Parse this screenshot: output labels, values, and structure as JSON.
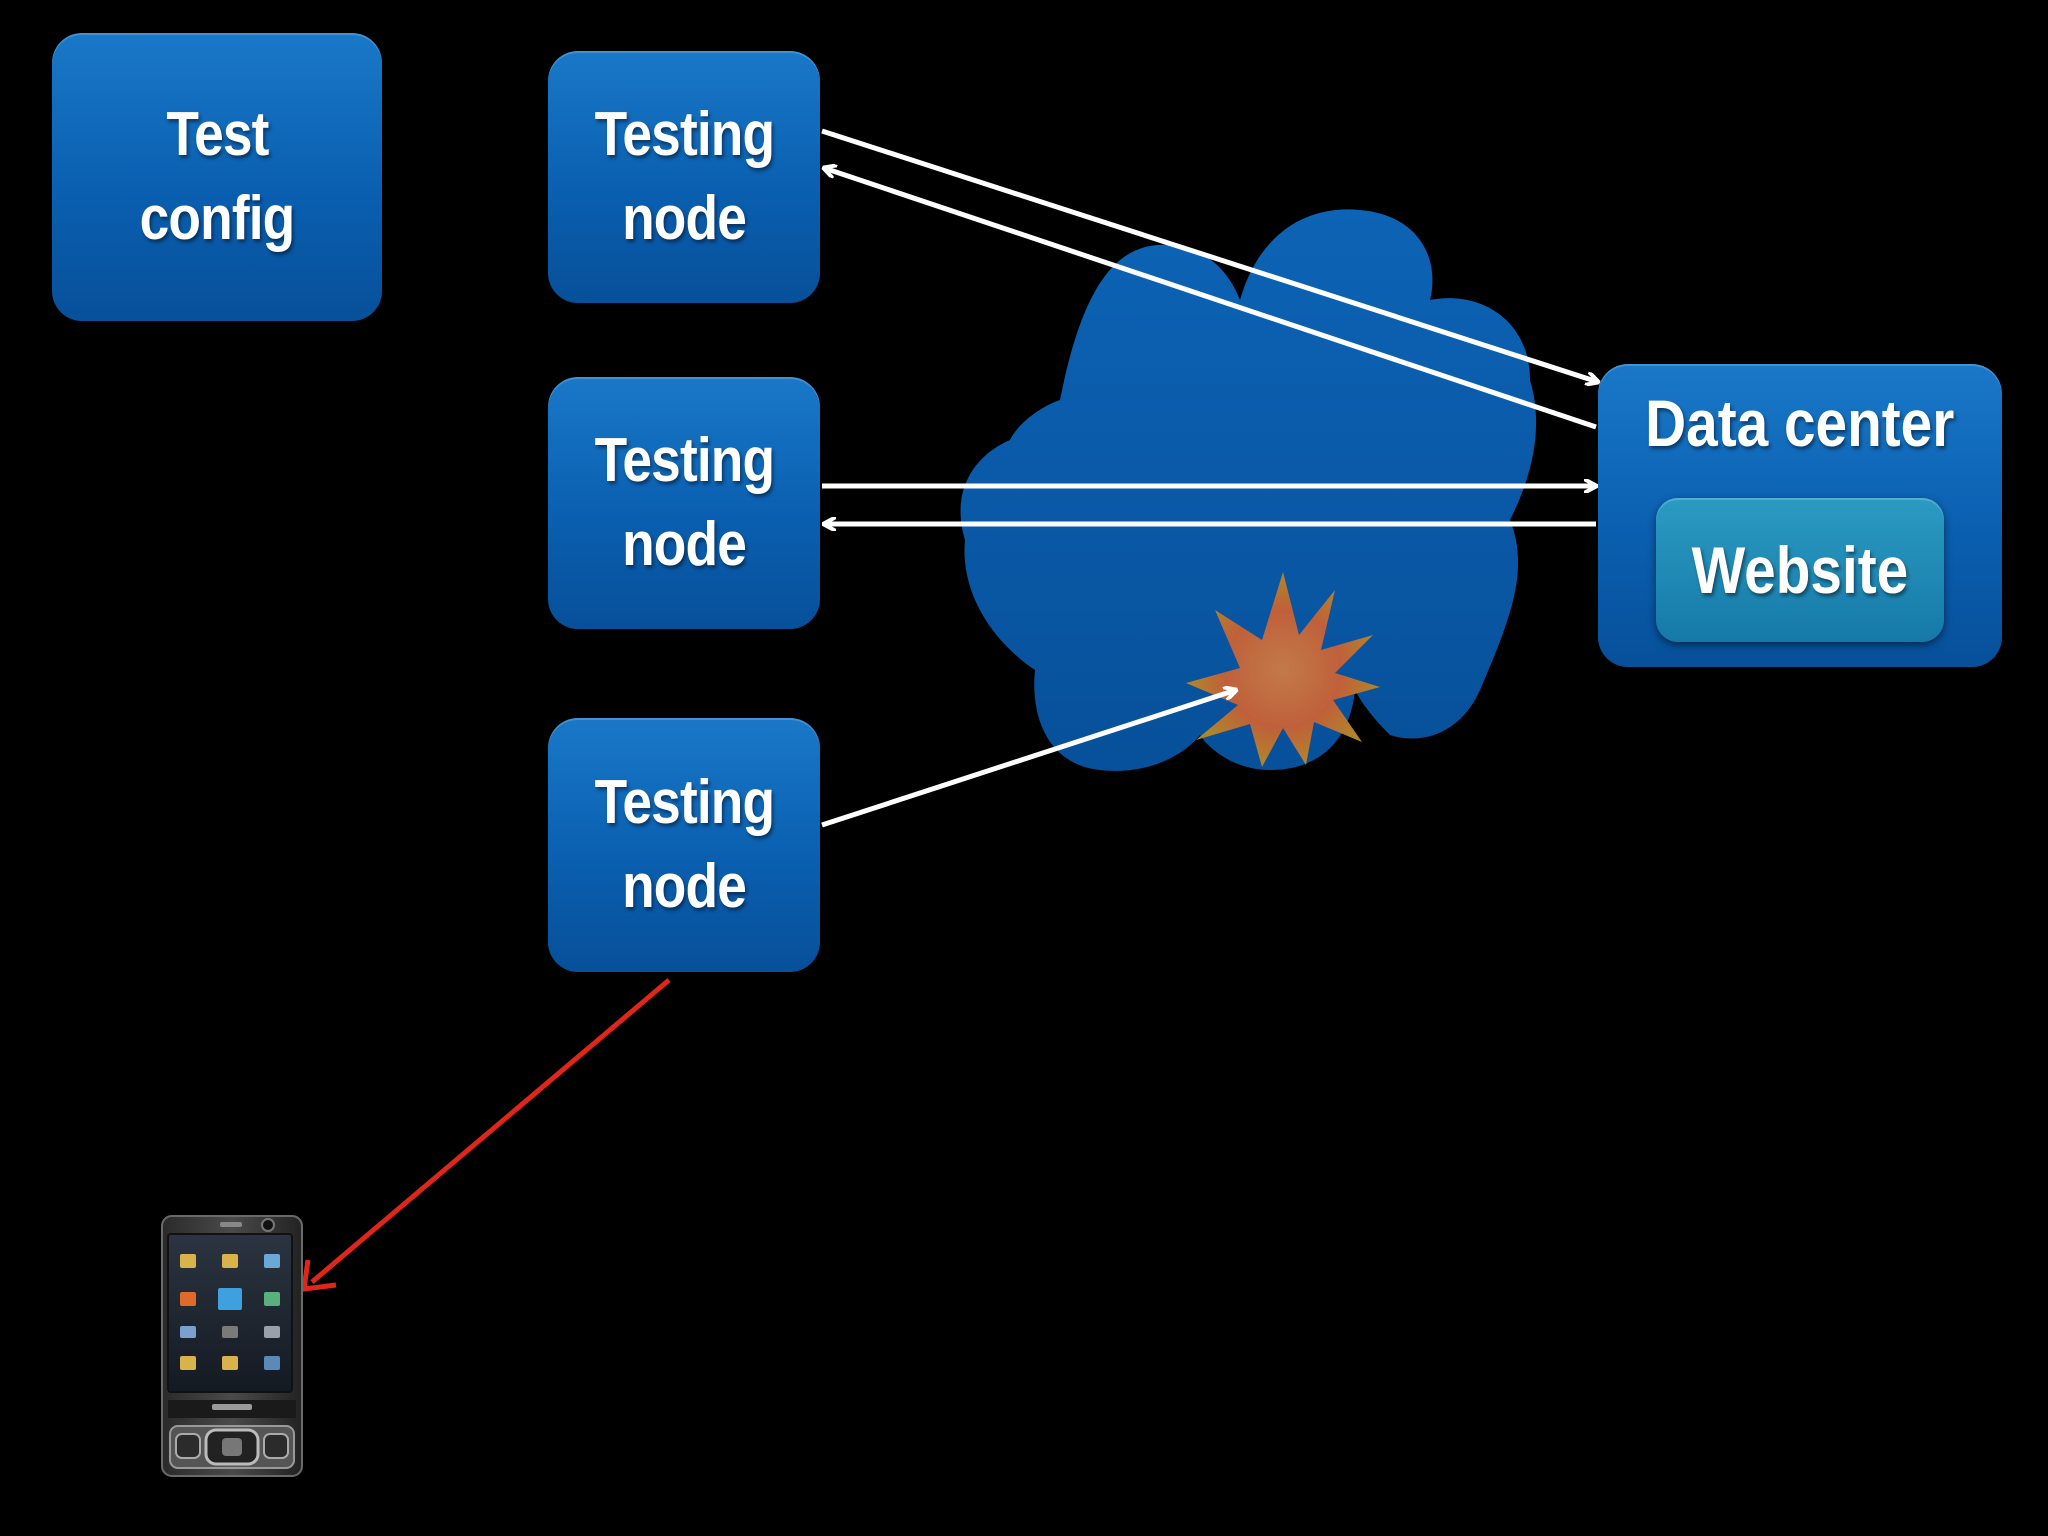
{
  "test_config": {
    "line1": "Test",
    "line2": "config"
  },
  "nodes": [
    {
      "line1": "Testing",
      "line2": "node"
    },
    {
      "line1": "Testing",
      "line2": "node"
    },
    {
      "line1": "Testing",
      "line2": "node"
    }
  ],
  "data_center": {
    "title": "Data center",
    "website": "Website"
  },
  "icons": {
    "cloud": "network-cloud-icon",
    "explosion": "failure-burst-icon",
    "phone": "mobile-phone-icon"
  },
  "colors": {
    "box_blue": "#0a5fb0",
    "cloud_blue": "#0a5aa8",
    "arrow_white": "#ffffff",
    "arrow_red": "#e0261a",
    "burst": "#c9783a"
  }
}
